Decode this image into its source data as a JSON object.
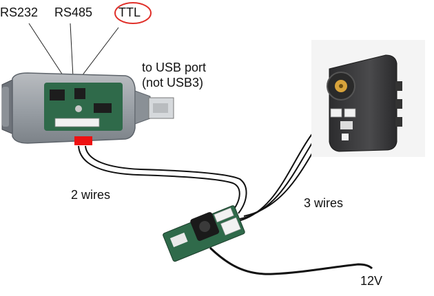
{
  "labels": {
    "rs232": "RS232",
    "rs485": "RS485",
    "ttl": "TTL",
    "usb_port_line1": "to USB port",
    "usb_port_line2": "(not USB3)",
    "two_wires": "2 wires",
    "three_wires": "3 wires",
    "power": "12V"
  },
  "colors": {
    "highlight_ring": "#e0302a",
    "ttl_connector_marker": "#ee1111",
    "pcb_green": "#2f6a4a",
    "servo_body": "#3a3a3a",
    "wire": "#111111"
  },
  "icons": [
    "usb-serial-adapter",
    "servo-motor",
    "power-hub-board"
  ]
}
